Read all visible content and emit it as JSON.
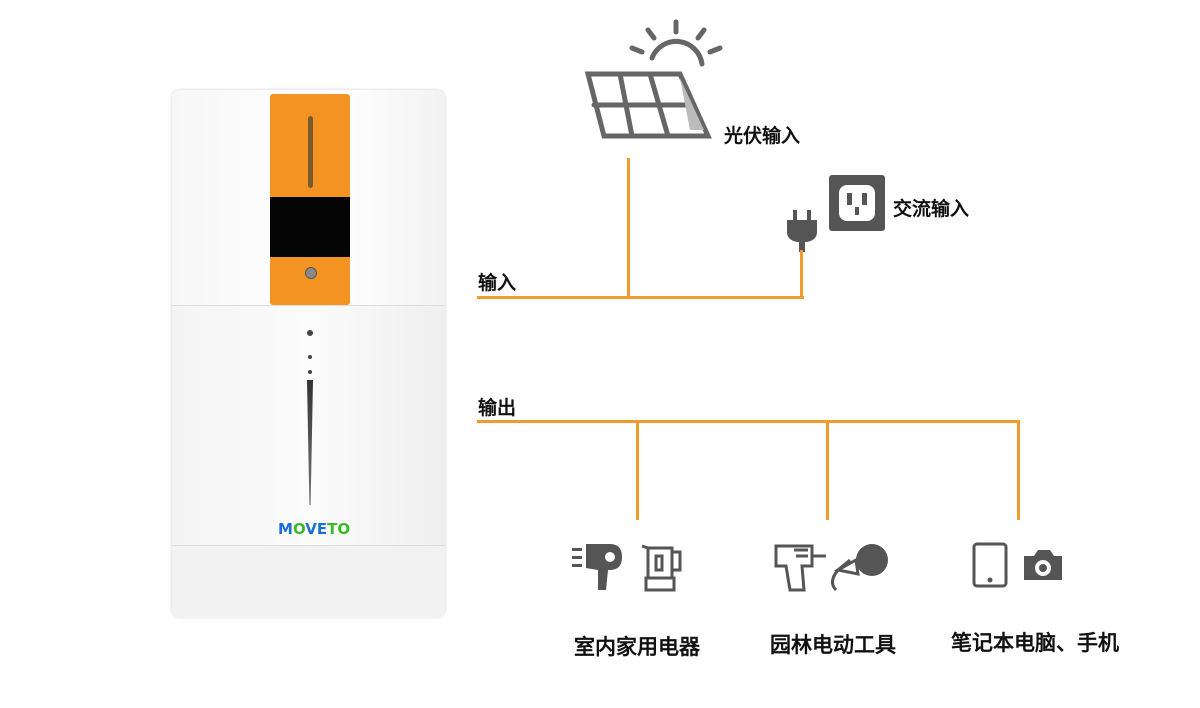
{
  "device": {
    "brand_logo": "MOVETO"
  },
  "inputs": {
    "bus_label": "输入",
    "solar_label": "光伏输入",
    "ac_label": "交流输入"
  },
  "outputs": {
    "bus_label": "输出",
    "items": [
      {
        "label": "室内家用电器",
        "icons": [
          "hair-dryer-icon",
          "kettle-icon"
        ]
      },
      {
        "label": "园林电动工具",
        "icons": [
          "drill-icon",
          "grinder-icon"
        ]
      },
      {
        "label": "笔记本电脑、手机",
        "icons": [
          "tablet-icon",
          "camera-icon"
        ]
      }
    ]
  },
  "colors": {
    "line": "#f39a2e",
    "panel": "#f39422",
    "icon": "#555555",
    "logo_blue": "#1a6fd6",
    "logo_green": "#3bb82a"
  }
}
